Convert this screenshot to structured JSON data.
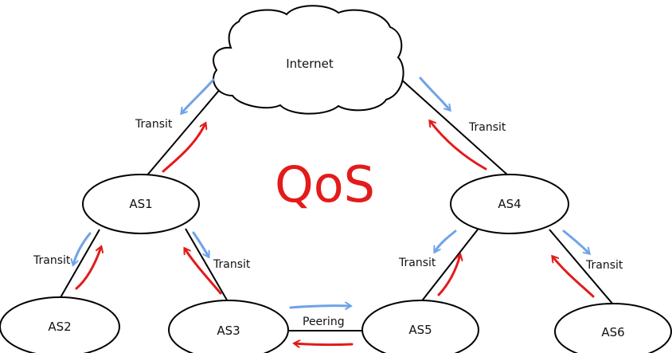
{
  "diagram": {
    "title": "QoS",
    "nodes": {
      "internet": "Internet",
      "as1": "AS1",
      "as2": "AS2",
      "as3": "AS3",
      "as4": "AS4",
      "as5": "AS5",
      "as6": "AS6"
    },
    "links": {
      "internet_as1": "Transit",
      "internet_as4": "Transit",
      "as1_as2": "Transit",
      "as1_as3": "Transit",
      "as4_as5": "Transit",
      "as4_as6": "Transit",
      "as3_as5": "Peering"
    },
    "colors": {
      "outline": "#000000",
      "title": "#e31b1b",
      "arrow_upstream": "#e31b1b",
      "arrow_downstream": "#6fa3e8"
    }
  }
}
